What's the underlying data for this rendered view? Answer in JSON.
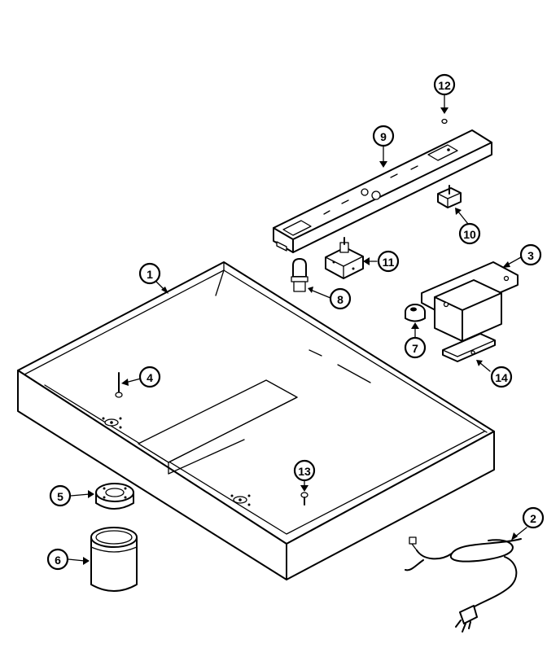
{
  "callouts": [
    {
      "id": "1",
      "label": "1",
      "part": "drip-pan"
    },
    {
      "id": "2",
      "label": "2",
      "part": "power-cord"
    },
    {
      "id": "3",
      "label": "3",
      "part": "junction-box"
    },
    {
      "id": "4",
      "label": "4",
      "part": "screw"
    },
    {
      "id": "5",
      "label": "5",
      "part": "jar-lid"
    },
    {
      "id": "6",
      "label": "6",
      "part": "grease-jar"
    },
    {
      "id": "7",
      "label": "7",
      "part": "knob"
    },
    {
      "id": "8",
      "label": "8",
      "part": "pilot-light"
    },
    {
      "id": "9",
      "label": "9",
      "part": "control-panel"
    },
    {
      "id": "10",
      "label": "10",
      "part": "switch"
    },
    {
      "id": "11",
      "label": "11",
      "part": "infinite-switch"
    },
    {
      "id": "12",
      "label": "12",
      "part": "screw-top"
    },
    {
      "id": "13",
      "label": "13",
      "part": "screw-pan"
    },
    {
      "id": "14",
      "label": "14",
      "part": "box-cover"
    }
  ]
}
